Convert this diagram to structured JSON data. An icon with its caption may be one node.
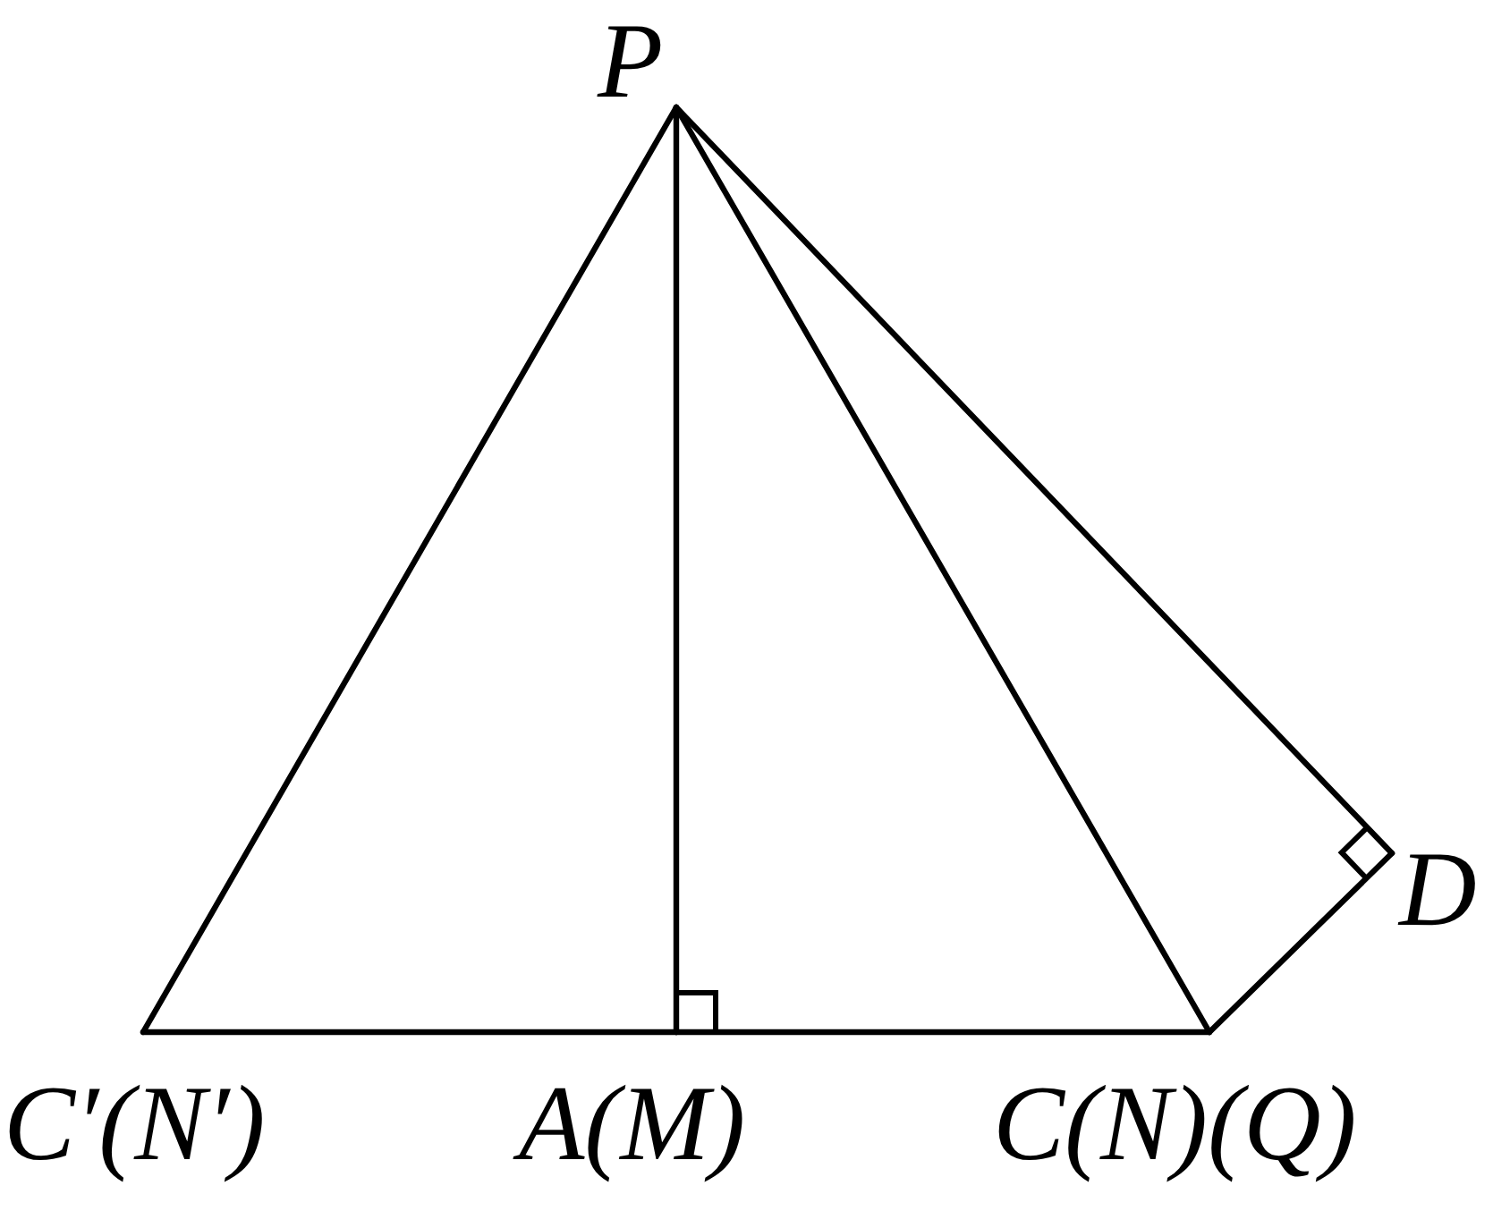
{
  "diagram": {
    "nodes": [
      {
        "text": [
          "P"
        ]
      },
      {
        "text": [
          "D"
        ]
      },
      {
        "text": [
          "C′(N′)"
        ]
      },
      {
        "text": [
          "A(M)"
        ]
      },
      {
        "text": [
          "C(N)(Q)"
        ]
      }
    ],
    "edges": [
      {
        "from": 0,
        "to": 2,
        "arrow": "none"
      },
      {
        "from": 0,
        "to": 3,
        "arrow": "none"
      },
      {
        "from": 0,
        "to": 4,
        "arrow": "none"
      },
      {
        "from": 0,
        "to": 1,
        "arrow": "none"
      },
      {
        "from": 2,
        "to": 3,
        "arrow": "none"
      },
      {
        "from": 3,
        "to": 4,
        "arrow": "none"
      },
      {
        "from": 4,
        "to": 1,
        "arrow": "none"
      }
    ]
  }
}
